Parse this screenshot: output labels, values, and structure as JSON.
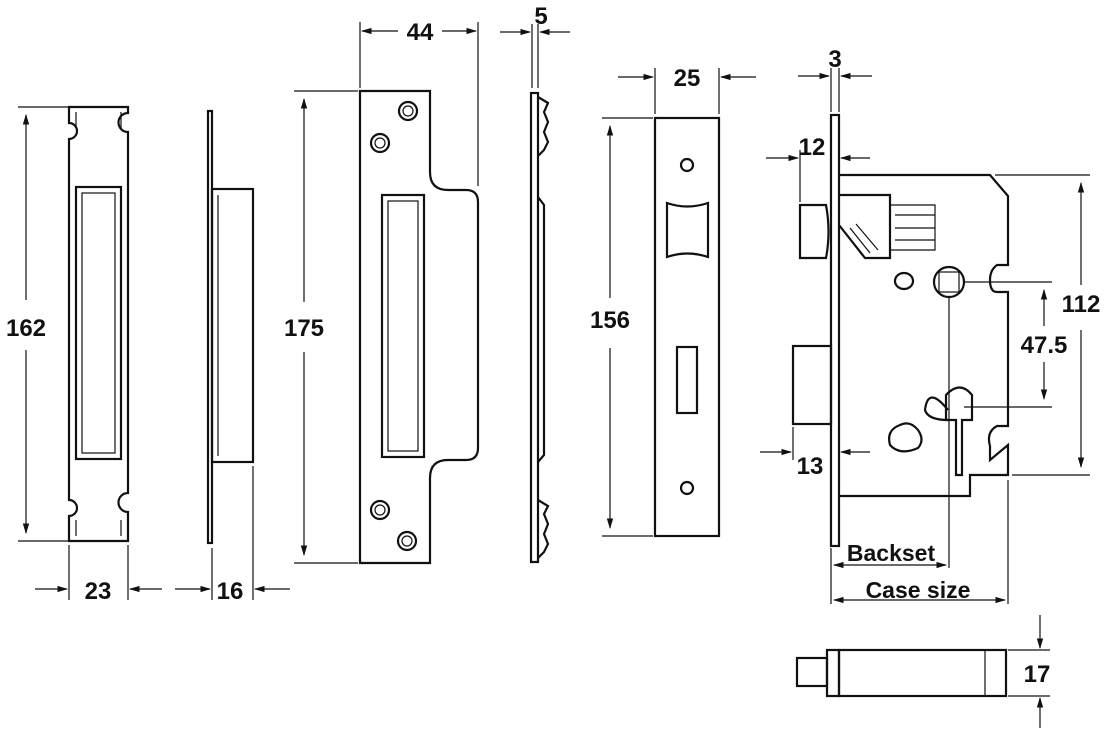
{
  "dimensions": {
    "keep_width": "23",
    "keep_depth": "16",
    "keep_height": "162",
    "strike_width": "44",
    "strike_side": "5",
    "strike_height": "175",
    "faceplate_width": "25",
    "faceplate_height": "156",
    "forend_thickness": "3",
    "latch_projection": "12",
    "bolt_projection": "13",
    "case_height": "112",
    "centres": "47.5",
    "bolt_diameter": "17"
  },
  "labels": {
    "backset": "Backset",
    "case_size": "Case size"
  },
  "colors": {
    "line": "#111111",
    "background": "#ffffff"
  }
}
